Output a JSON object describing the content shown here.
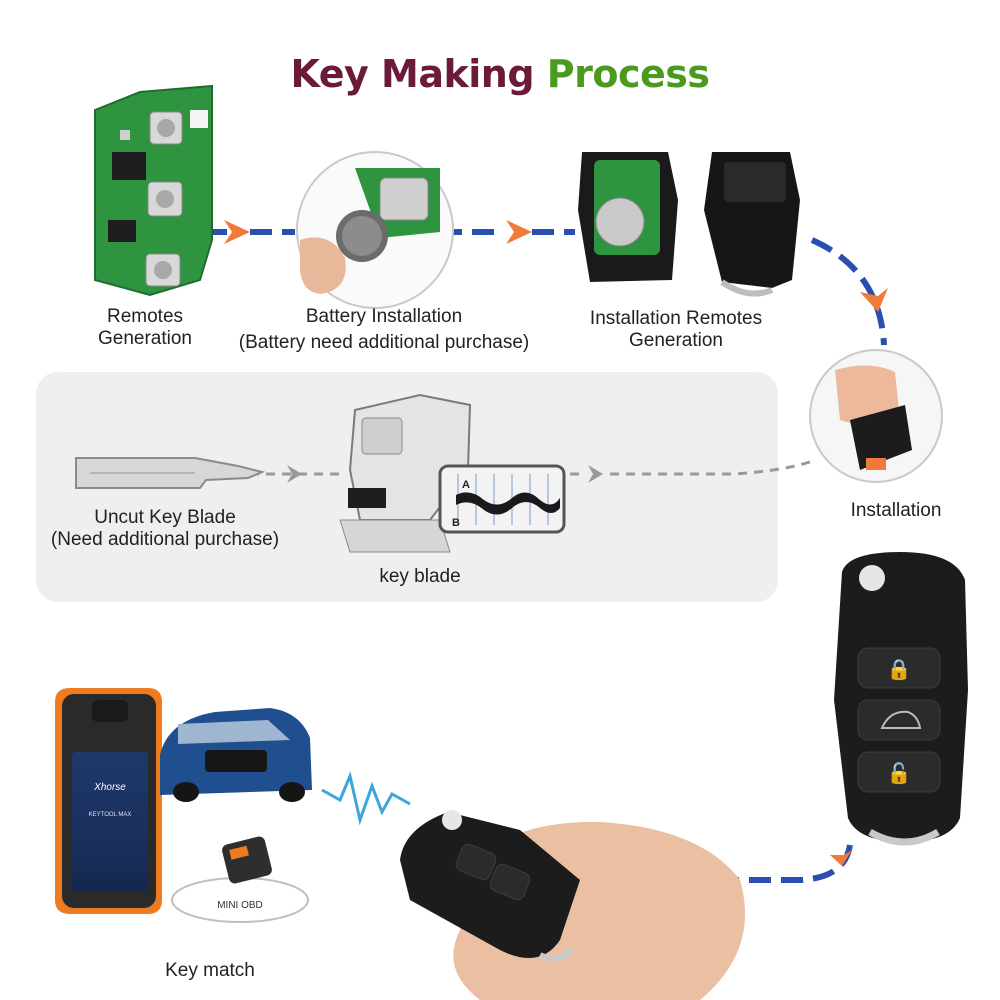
{
  "title": {
    "part1": "Key Making ",
    "part2": "Process"
  },
  "steps": {
    "remotes_generation": {
      "line1": "Remotes",
      "line2": "Generation"
    },
    "battery_installation": {
      "label": "Battery Installation",
      "note": "(Battery need additional purchase)"
    },
    "installation_remotes_generation": {
      "line1": "Installation Remotes",
      "line2": "Generation"
    },
    "installation": {
      "label": "Installation"
    },
    "uncut_key_blade": {
      "label": "Uncut Key  Blade",
      "note": "(Need additional purchase)"
    },
    "key_blade": {
      "label": "key blade"
    },
    "key_match": {
      "label": "Key match"
    }
  },
  "device": {
    "brand": "Xhorse",
    "model": "KEYTOOL MAX",
    "adapter": "MINI OBD"
  },
  "blade_screen": {
    "mark_a": "A",
    "mark_b": "B"
  },
  "colors": {
    "title_dark": "#6b1a3a",
    "title_green": "#4a9a1e",
    "note_red": "#d9261c",
    "arrow_blue": "#2a4fb0",
    "arrow_orange": "#f07a3a"
  }
}
